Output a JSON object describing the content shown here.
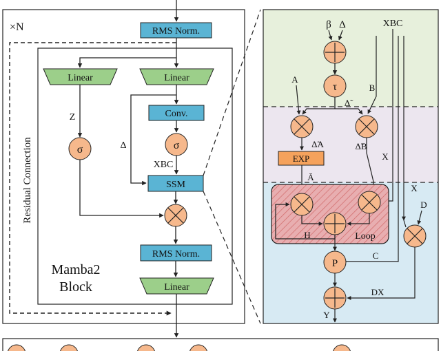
{
  "colors": {
    "rms_fill": "#5ab4d4",
    "linear_fill": "#9ccf8a",
    "op_fill": "#f6b88c",
    "exp_fill": "#f5a25c",
    "loop_fill": "#e8aeb0",
    "hatch": "#d06868",
    "panel_top": "#e7f0dc",
    "panel_mid": "#ece6ef",
    "panel_bot": "#d7eaf3",
    "stroke": "#222222"
  },
  "left": {
    "repeat_label": "×N",
    "residual_label": "Residual Connection",
    "block_title_1": "Mamba2",
    "block_title_2": "Block",
    "rms_top": "RMS Norm.",
    "linear_left": "Linear",
    "linear_right": "Linear",
    "conv": "Conv.",
    "ssm": "SSM",
    "rms_bottom": "RMS Norm.",
    "linear_bottom": "Linear",
    "sigma_left": "σ",
    "sigma_right": "σ",
    "label_z": "Z",
    "label_delta": "Δ",
    "label_xbc": "XBC"
  },
  "right": {
    "in_beta": "β",
    "in_delta": "Δ",
    "in_xbc": "XBC",
    "label_a_in": "A",
    "label_b": "B",
    "tau": "τ",
    "delta_tilde": "Δ̃",
    "delta_tilde_a": "Δ̃A",
    "delta_tilde_b": "Δ̃B",
    "exp": "EXP",
    "a_bar": "Ā",
    "label_x1": "X",
    "label_x2": "X",
    "label_d": "D",
    "label_h": "H",
    "loop": "Loop",
    "p": "P",
    "label_c": "C",
    "label_dx": "DX",
    "label_y": "Y"
  }
}
